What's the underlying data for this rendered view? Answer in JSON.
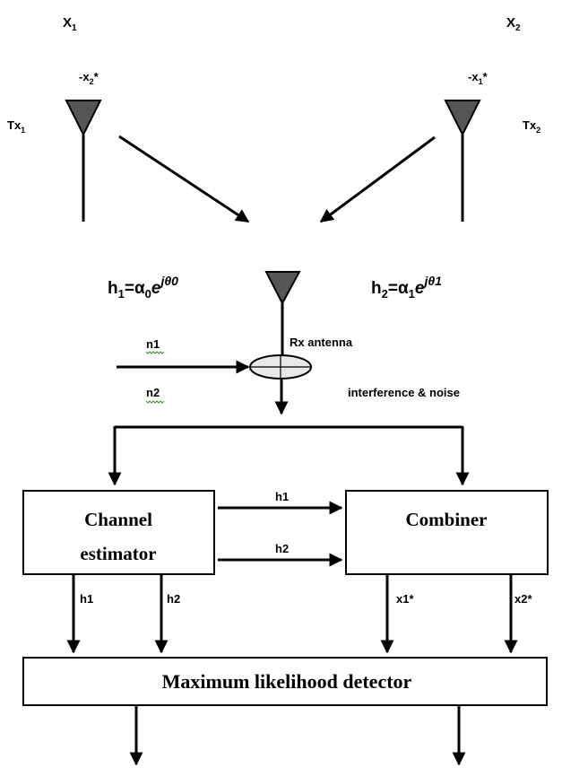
{
  "colors": {
    "line": "#000000",
    "antenna_fill": "#555555",
    "squiggle": "#3a8a2a",
    "background": "#ffffff"
  },
  "tx1": {
    "symbol": "X",
    "symbol_sub": "1",
    "conj_prefix": "-x",
    "conj_sub": "2",
    "conj_suffix": "*",
    "label": "Tx",
    "label_sub": "1"
  },
  "tx2": {
    "symbol": "X",
    "symbol_sub": "2",
    "conj_prefix": "-x",
    "conj_sub": "1",
    "conj_suffix": "*",
    "label": "Tx",
    "label_sub": "2"
  },
  "h1_eq": {
    "lhs": "h",
    "lhs_sub": "1",
    "eq": "=α",
    "alpha_sub": "0",
    "e": "e",
    "exp": "jθ0"
  },
  "h2_eq": {
    "lhs": "h",
    "lhs_sub": "2",
    "eq": "=α",
    "alpha_sub": "1",
    "e": "e",
    "exp": "jθ1"
  },
  "rx_label": "Rx antenna",
  "noise_labels": [
    "n1",
    "n2"
  ],
  "interference_label": "interference & noise",
  "channel_estimator": {
    "line1": "Channel",
    "line2": "estimator"
  },
  "combiner": {
    "label": "Combiner"
  },
  "mld": {
    "label": "Maximum likelihood detector"
  },
  "links": {
    "h1": "h1",
    "h2": "h2"
  },
  "outputs": {
    "h1": "h1",
    "h2": "h2",
    "x1": "x1*",
    "x2": "x2*"
  }
}
